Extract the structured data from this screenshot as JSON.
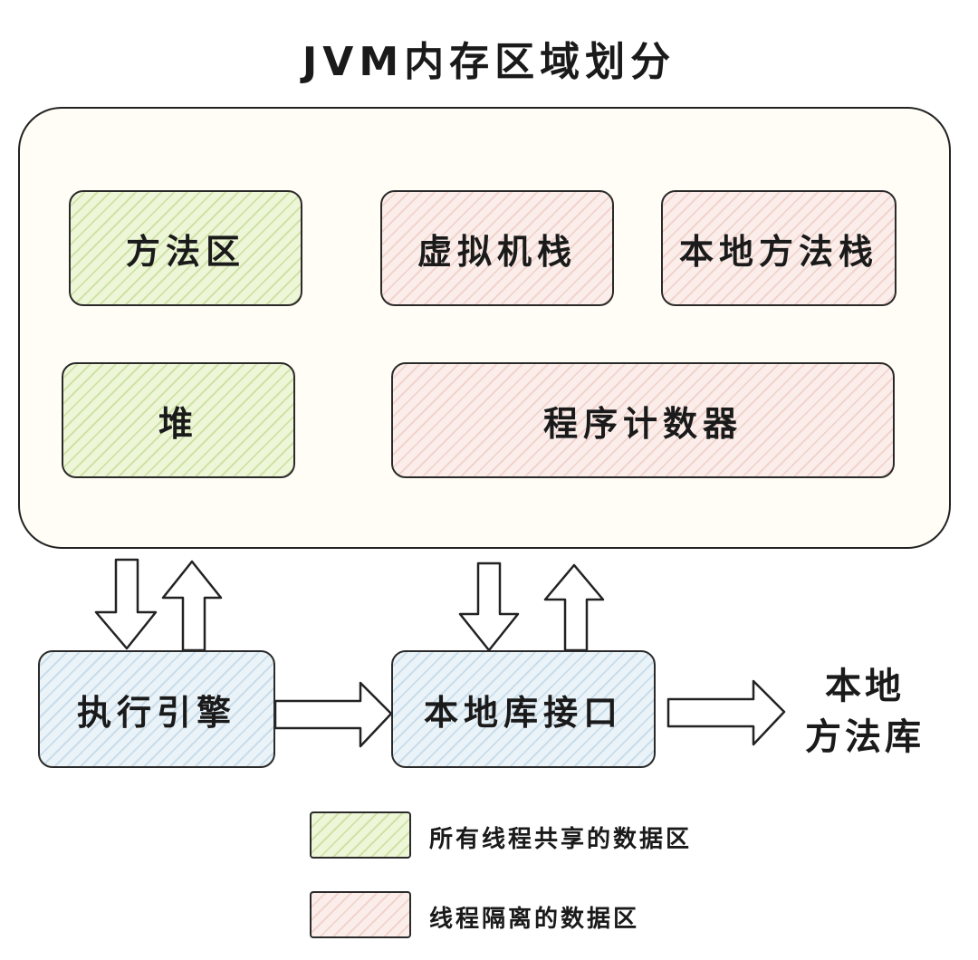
{
  "title": "JVM内存区域划分",
  "runtime_area": {
    "method_area": "方法区",
    "vm_stack": "虚拟机栈",
    "native_method_stack": "本地方法栈",
    "heap": "堆",
    "program_counter": "程序计数器"
  },
  "bottom": {
    "execution_engine": "执行引擎",
    "native_interface": "本地库接口",
    "native_library_line1": "本地",
    "native_library_line2": "方法库"
  },
  "legend": {
    "shared": "所有线程共享的数据区",
    "isolated": "线程隔离的数据区"
  },
  "colors": {
    "shared": "#eef6d8",
    "isolated": "#fbeeea",
    "engine": "#eaf3f8",
    "container": "#fffdf5"
  }
}
